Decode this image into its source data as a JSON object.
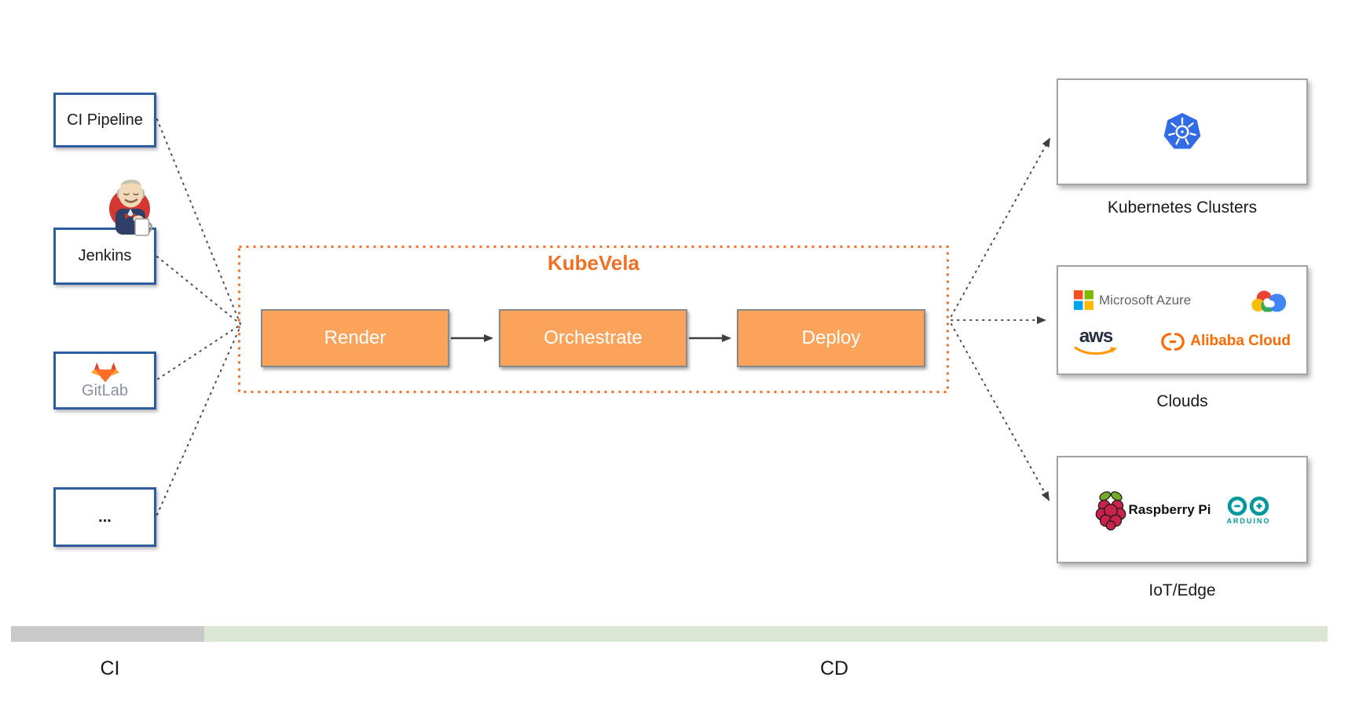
{
  "ci_sources": [
    {
      "label": "CI Pipeline"
    },
    {
      "label": "Jenkins",
      "icon": "jenkins-mascot"
    },
    {
      "label": "GitLab",
      "icon": "gitlab-fox-logo"
    },
    {
      "label": "..."
    }
  ],
  "kubevela": {
    "title": "KubeVela",
    "steps": [
      {
        "label": "Render"
      },
      {
        "label": "Orchestrate"
      },
      {
        "label": "Deploy"
      }
    ]
  },
  "targets": [
    {
      "label": "Kubernetes Clusters",
      "icons": [
        "kubernetes-logo"
      ]
    },
    {
      "label": "Clouds",
      "icons": [
        "microsoft-azure-logo",
        "google-cloud-logo",
        "aws-logo",
        "alibaba-cloud-logo"
      ]
    },
    {
      "label": "IoT/Edge",
      "icons": [
        "raspberry-pi-logo",
        "arduino-logo"
      ]
    }
  ],
  "logo_text": {
    "gitlab": "GitLab",
    "azure": "Microsoft Azure",
    "aws": "aws",
    "alibaba": "Alibaba Cloud",
    "raspberry": "Raspberry Pi",
    "arduino": "ARDUINO"
  },
  "footer": {
    "ci": "CI",
    "cd": "CD"
  },
  "colors": {
    "kubevela_orange": "#EE7125",
    "step_fill": "#F9A35B",
    "source_border_blue": "#2E5C9E",
    "target_border_gray": "#A3A3A3",
    "connector_gray": "#4D4D4D",
    "ci_bar_gray": "#C9C9C9",
    "cd_bar_green": "#DBE7D4"
  }
}
